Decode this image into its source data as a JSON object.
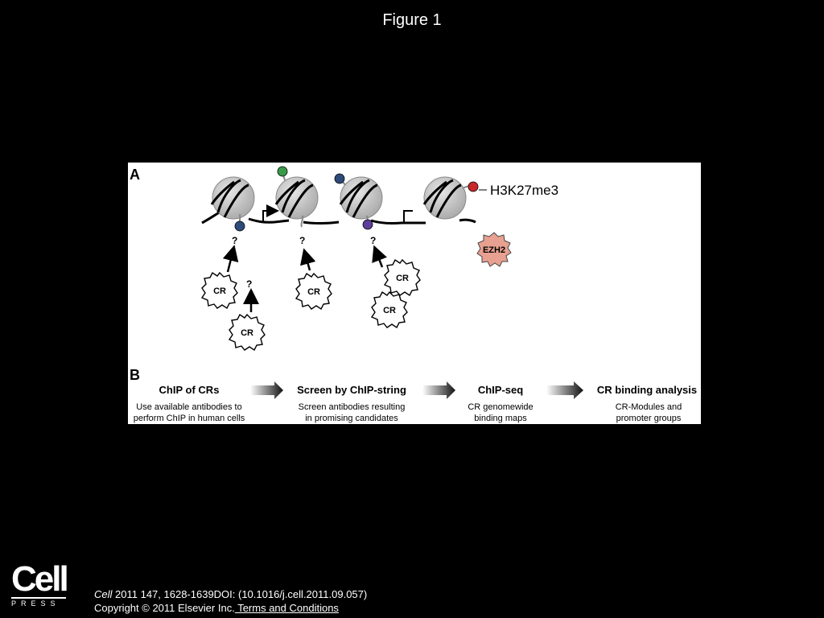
{
  "slide": {
    "title": "Figure 1"
  },
  "figure": {
    "panel_a": {
      "label": "A",
      "mark_label": "H3K27me3",
      "question_mark": "?",
      "cr_label": "CR",
      "ezh2_label": "EZH2",
      "colors": {
        "nucleosome": "#c8c8c8",
        "dot_blue": "#2e4a7a",
        "dot_green": "#3a9a4a",
        "dot_purple": "#5b3f9a",
        "dot_red": "#c8282a",
        "ezh2_fill": "#e8a090"
      }
    },
    "panel_b": {
      "label": "B",
      "steps": [
        {
          "title": "ChIP of CRs",
          "desc1": "Use available antibodies to",
          "desc2": "perform ChIP in human cells"
        },
        {
          "title": "Screen by ChIP-string",
          "desc1": "Screen antibodies resulting",
          "desc2": "in promising candidates"
        },
        {
          "title": "ChIP-seq",
          "desc1": "CR genomewide",
          "desc2": "binding maps"
        },
        {
          "title": "CR binding analysis",
          "desc1": "CR-Modules and",
          "desc2": "promoter groups"
        }
      ]
    }
  },
  "footer": {
    "logo_text": "Cell",
    "logo_sub": "PRESS",
    "journal": "Cell",
    "citation_rest": " 2011 147, 1628-1639DOI: (10.1016/j.cell.2011.09.057)",
    "copyright": "Copyright © 2011 Elsevier Inc.",
    "terms_link": " Terms and Conditions"
  }
}
